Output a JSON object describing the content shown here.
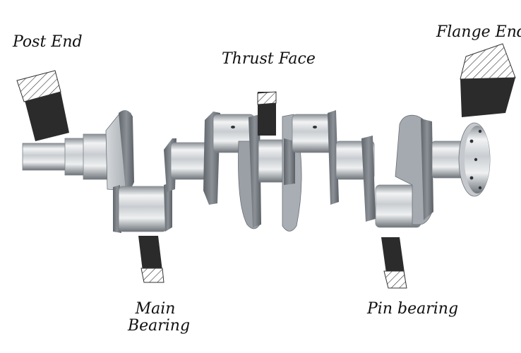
{
  "labels": {
    "post_end": "Post End",
    "thrust_face": "Thrust Face",
    "flange_end": "Flange End",
    "main_bearing_line1": "Main",
    "main_bearing_line2": "Bearing",
    "pin_bearing": "Pin bearing"
  },
  "colors": {
    "bearing_fill": "#2b2b2b",
    "hatch_stroke": "#333333",
    "metal_light": "#e6e8ea",
    "metal_mid": "#b8bdc2",
    "metal_dark": "#6a7076",
    "background": "#ffffff"
  }
}
